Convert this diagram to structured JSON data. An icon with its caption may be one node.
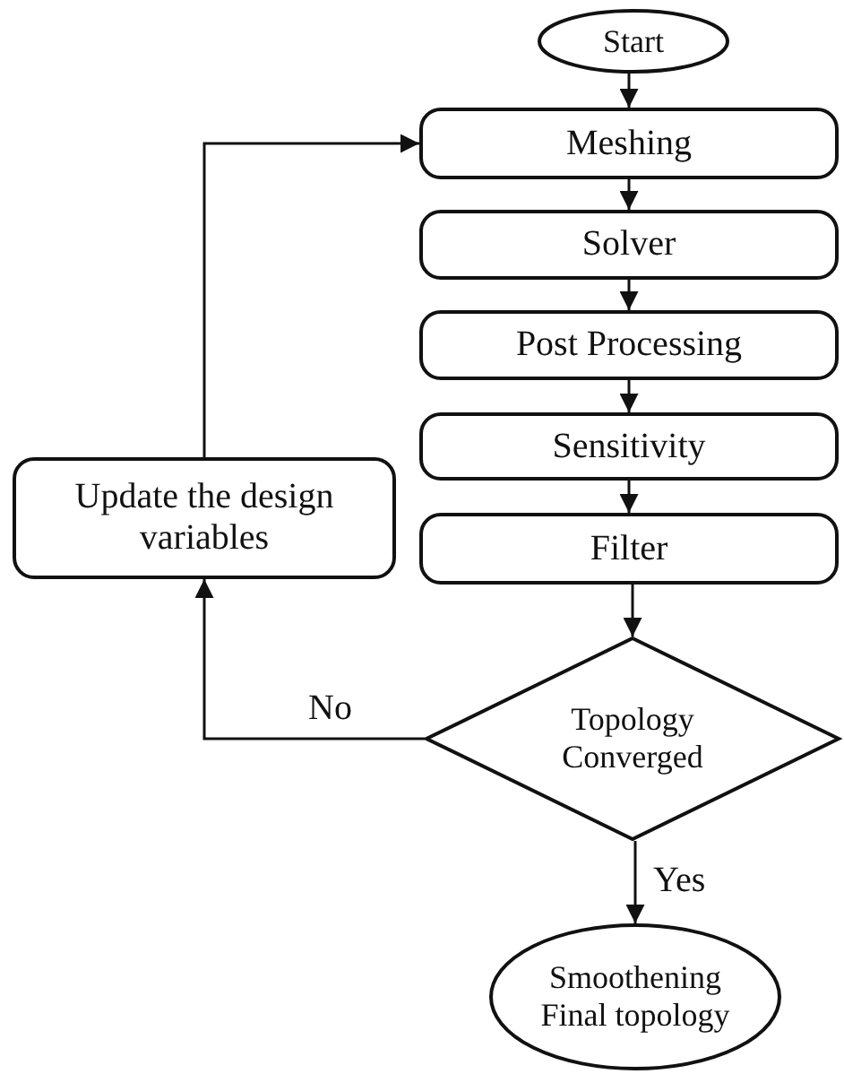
{
  "diagram": {
    "nodes": [
      {
        "text": [
          "Start"
        ]
      },
      {
        "text": [
          "Meshing"
        ]
      },
      {
        "text": [
          "Solver"
        ]
      },
      {
        "text": [
          "Post Processing"
        ]
      },
      {
        "text": [
          "Sensitivity"
        ]
      },
      {
        "text": [
          "Filter"
        ]
      },
      {
        "text": [
          "Topology Converged"
        ]
      },
      {
        "text": [
          "Smoothening Final topology"
        ]
      },
      {
        "text": [
          "Update the design variables"
        ]
      }
    ],
    "edges": [
      {
        "from": 0,
        "to": 1,
        "arrow": "to"
      },
      {
        "from": 1,
        "to": 2,
        "arrow": "to"
      },
      {
        "from": 2,
        "to": 3,
        "arrow": "to"
      },
      {
        "from": 3,
        "to": 4,
        "arrow": "to"
      },
      {
        "from": 4,
        "to": 5,
        "arrow": "to"
      },
      {
        "from": 5,
        "to": 6,
        "arrow": "to"
      },
      {
        "from": 6,
        "to": 7,
        "arrow": "to",
        "label": "Yes"
      },
      {
        "from": 6,
        "to": 8,
        "arrow": "to",
        "label": "No"
      },
      {
        "from": 8,
        "to": 1,
        "arrow": "to"
      }
    ]
  }
}
